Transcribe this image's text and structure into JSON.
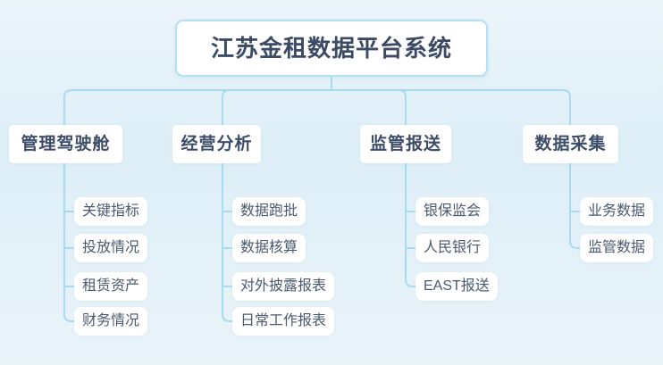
{
  "title": "江苏金租数据平台系统",
  "colors": {
    "background": "#e3f0f8",
    "connector_line": "#a8daf0",
    "node_background": "#ffffff",
    "title_border": "#b3e0f2",
    "title_text": "#3b4b66",
    "branch_text": "#3d4d68",
    "leaf_text": "#4a5a6e"
  },
  "branches": [
    {
      "label": "管理驾驶舱",
      "children": [
        "关键指标",
        "投放情况",
        "租赁资产",
        "财务情况"
      ]
    },
    {
      "label": "经营分析",
      "children": [
        "数据跑批",
        "数据核算",
        "对外披露报表",
        "日常工作报表"
      ]
    },
    {
      "label": "监管报送",
      "children": [
        "银保监会",
        "人民银行",
        "EAST报送"
      ]
    },
    {
      "label": "数据采集",
      "children": [
        "业务数据",
        "监管数据"
      ]
    }
  ]
}
